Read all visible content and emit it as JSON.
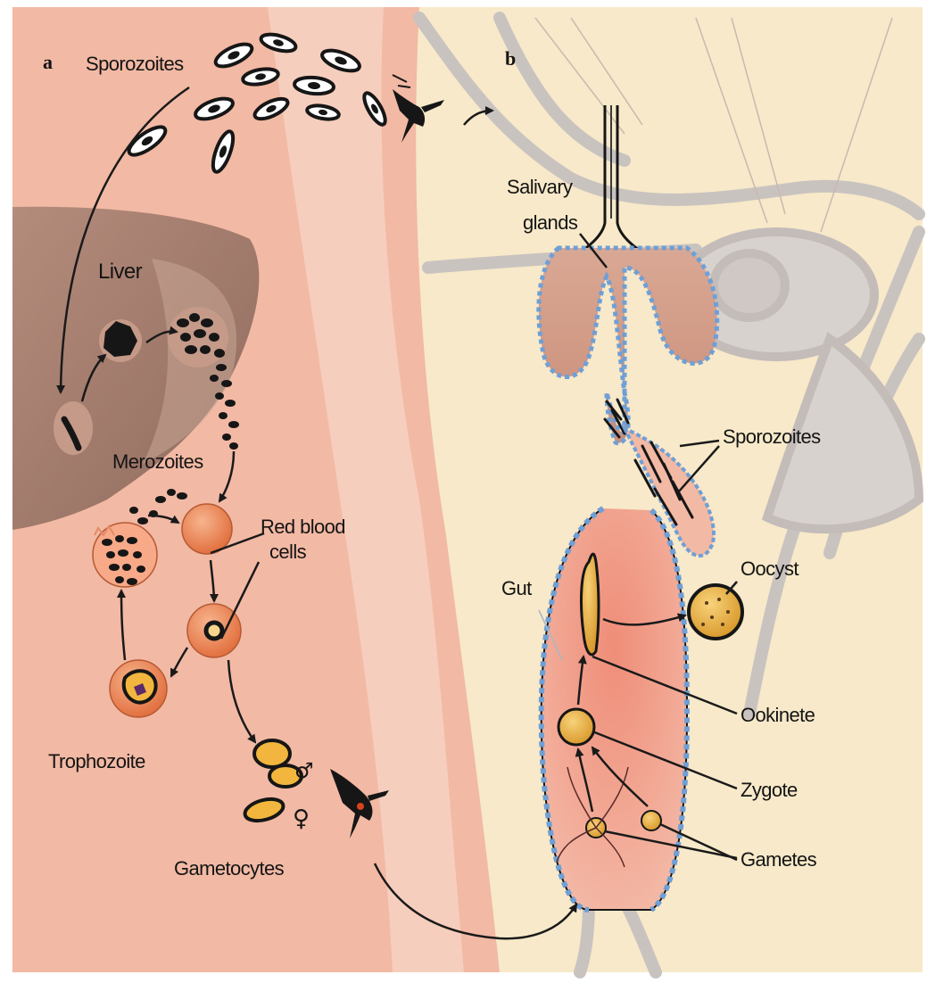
{
  "panels": {
    "a": "a",
    "b": "b"
  },
  "labels": {
    "sporozoites_human": "Sporozoites",
    "liver": "Liver",
    "merozoites": "Merozoites",
    "red_blood_cells_line1": "Red blood",
    "red_blood_cells_line2": "cells",
    "trophozoite": "Trophozoite",
    "gametocytes": "Gametocytes",
    "salivary_glands_line1": "Salivary",
    "salivary_glands_line2": "glands",
    "sporozoites_mosquito": "Sporozoites",
    "gut": "Gut",
    "oocyst": "Oocyst",
    "ookinete": "Ookinete",
    "zygote": "Zygote",
    "gametes": "Gametes"
  },
  "colors": {
    "human_skin": "#f2b9a4",
    "mosquito_background": "#f7e9c9",
    "liver": "#a88274",
    "red_blood_cell": "#ef8d62",
    "gut_fill": "#ea8a76",
    "membrane_blue": "#6f9fd6",
    "mosquito_outline": "#c9c3c0",
    "parasite": "#161616",
    "parasite_yellow": "#f2b63e"
  }
}
